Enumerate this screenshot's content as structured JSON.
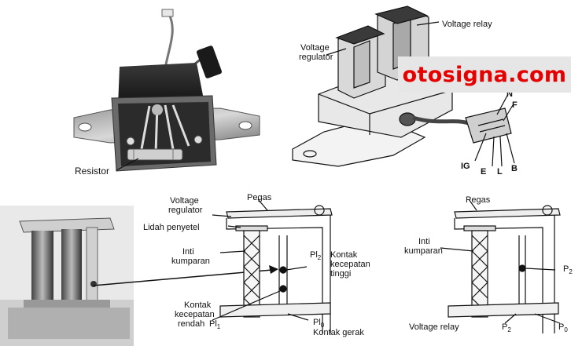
{
  "watermark": "otosigna.com",
  "panel_photo_top_left": {
    "label_resistor": "Resistor"
  },
  "panel_regulator_drawing": {
    "label_voltage_relay": "Voltage relay",
    "label_voltage_regulator_1": "Voltage",
    "label_voltage_regulator_2": "regulator",
    "terminals": [
      "N",
      "F",
      "IG",
      "E",
      "L",
      "B"
    ]
  },
  "panel_regulator_schematic": {
    "label_voltage_regulator_1": "Voltage",
    "label_voltage_regulator_2": "regulator",
    "label_pegas": "Pegas",
    "label_lidah": "Lidah penyetel",
    "label_inti_1": "Inti",
    "label_inti_2": "kumparan",
    "label_pl2": "Pl",
    "label_pl2_sub": "2",
    "label_kontak_tinggi_1": "Kontak",
    "label_kontak_tinggi_2": "kecepatan",
    "label_kontak_tinggi_3": "tinggi",
    "label_kontak_rendah_1": "Kontak",
    "label_kontak_rendah_2": "kecepatan",
    "label_kontak_rendah_3": "rendah",
    "label_pl1": "Pl",
    "label_pl1_sub": "1",
    "label_pl0": "Pl",
    "label_pl0_sub": "0",
    "label_kontak_gerak": "Kontak gerak"
  },
  "panel_relay_schematic": {
    "label_pegas": "Pegas",
    "label_inti_1": "Inti",
    "label_inti_2": "kumparan",
    "label_p2": "P",
    "label_p2_sub": "2",
    "label_voltage_relay": "Voltage relay",
    "label_p2_bottom": "P",
    "label_p2_bottom_sub": "2",
    "label_p0": "P",
    "label_p0_sub": "0"
  },
  "colors": {
    "watermark_text": "#e60000",
    "watermark_bg": "#e6e6e6",
    "line": "#111111"
  }
}
